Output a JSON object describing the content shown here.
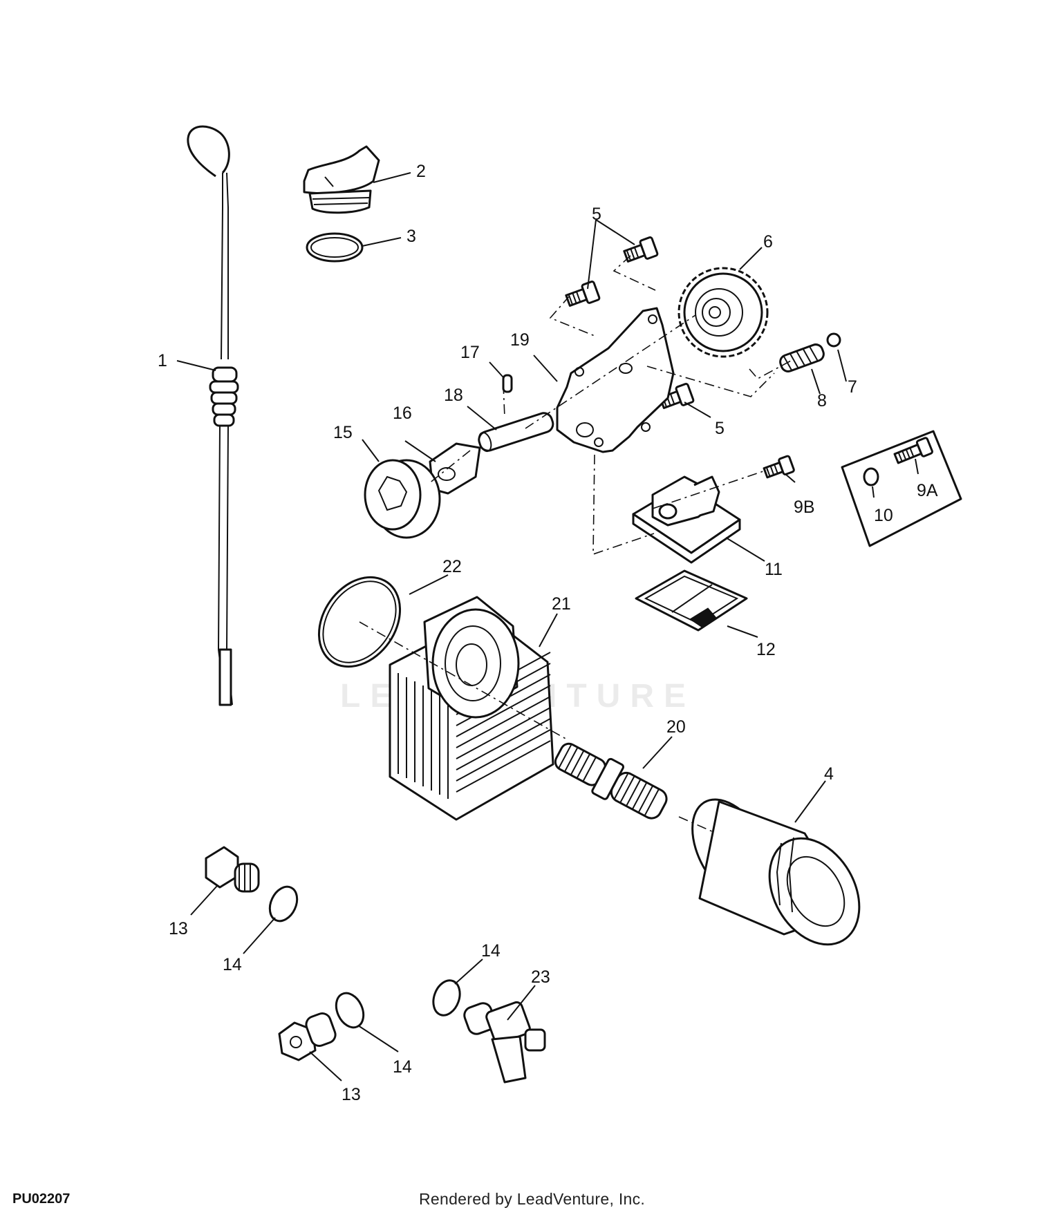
{
  "diagram": {
    "figure_id": "PU02207",
    "credit": "Rendered by LeadVenture, Inc.",
    "watermark": "LEADVENTURE",
    "callouts": {
      "c1": "1",
      "c2": "2",
      "c3": "3",
      "c4": "4",
      "c5a": "5",
      "c5b": "5",
      "c6": "6",
      "c7": "7",
      "c8": "8",
      "c9b": "9B",
      "c9a": "9A",
      "c10": "10",
      "c11": "11",
      "c12": "12",
      "c13a": "13",
      "c13b": "13",
      "c14a": "14",
      "c14b": "14",
      "c14c": "14",
      "c15": "15",
      "c16": "16",
      "c17": "17",
      "c18": "18",
      "c19": "19",
      "c20": "20",
      "c21": "21",
      "c22": "22",
      "c23": "23"
    }
  }
}
